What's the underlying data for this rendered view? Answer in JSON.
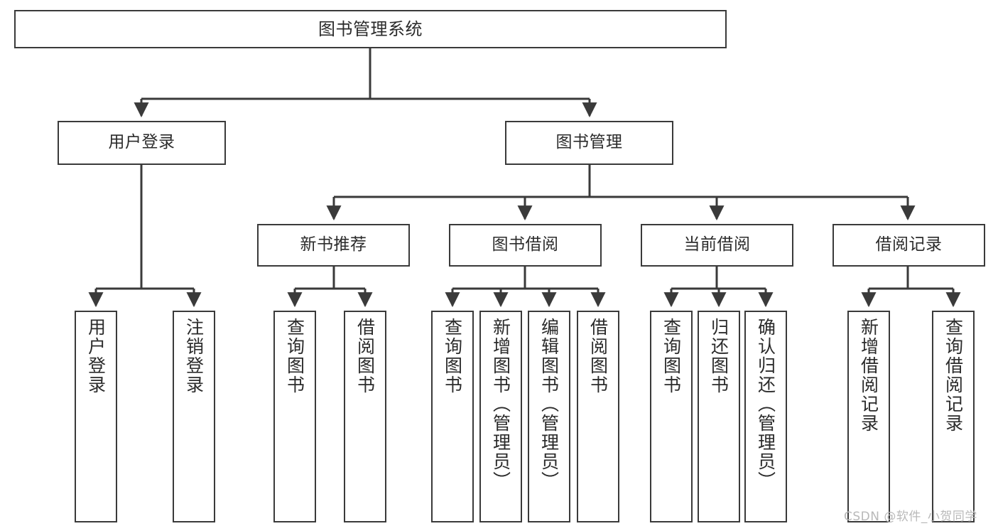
{
  "diagram": {
    "title": "图书管理系统",
    "type": "hierarchy-tree",
    "colors": {
      "background": "#ffffff",
      "node_fill": "#ffffff",
      "node_stroke": "#3a3a3a",
      "edge": "#3a3a3a",
      "text": "#2b2b2b",
      "watermark": "#b9b9b9"
    },
    "root": {
      "label": "图书管理系统"
    },
    "level2": [
      {
        "label": "用户登录"
      },
      {
        "label": "图书管理"
      }
    ],
    "level3": [
      {
        "label": "新书推荐"
      },
      {
        "label": "图书借阅"
      },
      {
        "label": "当前借阅"
      },
      {
        "label": "借阅记录"
      }
    ],
    "leaves_user_login": [
      {
        "label": "用户登录"
      },
      {
        "label": "注销登录"
      }
    ],
    "leaves_new_book": [
      {
        "label": "查询图书"
      },
      {
        "label": "借阅图书"
      }
    ],
    "leaves_borrow": [
      {
        "label": "查询图书"
      },
      {
        "label": "新增图书（管理员）"
      },
      {
        "label": "编辑图书（管理员）"
      },
      {
        "label": "借阅图书"
      }
    ],
    "leaves_current": [
      {
        "label": "查询图书"
      },
      {
        "label": "归还图书"
      },
      {
        "label": "确认归还（管理员）"
      }
    ],
    "leaves_records": [
      {
        "label": "新增借阅记录"
      },
      {
        "label": "查询借阅记录"
      }
    ]
  },
  "watermark": {
    "text": "CSDN @软件_小贺同学"
  }
}
